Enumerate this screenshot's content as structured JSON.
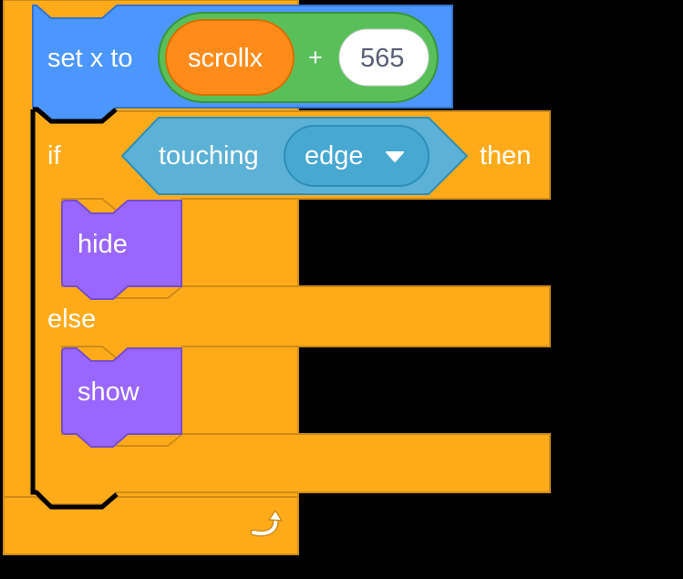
{
  "colors": {
    "control": "#ffab19",
    "control_border": "#cf8b17",
    "motion": "#4c97ff",
    "motion_border": "#3373cc",
    "operators": "#59c059",
    "operators_border": "#389438",
    "variables": "#ff8c1a",
    "variables_border": "#db6e00",
    "sensing": "#5cb1d6",
    "sensing_border": "#2e8eb8",
    "sensing_menu": "#47a8d1",
    "looks": "#9966ff",
    "looks_border": "#774dcb",
    "background": "#000000",
    "highlight": "#000000",
    "text": "#ffffff",
    "input_text": "#575e75"
  },
  "set_x_block": {
    "label": "set x to",
    "operator": "+",
    "variable": "scrollx",
    "number": "565"
  },
  "if_block": {
    "if_label": "if",
    "then_label": "then",
    "else_label": "else",
    "condition": {
      "label": "touching",
      "menu_value": "edge",
      "menu_icon": "dropdown-arrow-icon"
    }
  },
  "hide_block": {
    "label": "hide"
  },
  "show_block": {
    "label": "show"
  },
  "loop_end": {
    "icon": "loop-arrow-icon"
  }
}
